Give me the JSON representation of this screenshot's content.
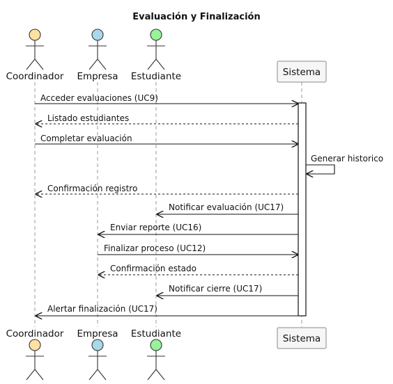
{
  "title": "Evaluación y Finalización",
  "participants": [
    {
      "id": "coordinador",
      "label": "Coordinador",
      "kind": "actor",
      "color": "#ffe0a3"
    },
    {
      "id": "empresa",
      "label": "Empresa",
      "kind": "actor",
      "color": "#a9d8ea"
    },
    {
      "id": "estudiante",
      "label": "Estudiante",
      "kind": "actor",
      "color": "#98f29a"
    },
    {
      "id": "sistema",
      "label": "Sistema",
      "kind": "box",
      "color": "#f6f6f6"
    }
  ],
  "messages": [
    {
      "from": "coordinador",
      "to": "sistema",
      "label": "Acceder evaluaciones (UC9)",
      "style": "solid"
    },
    {
      "from": "sistema",
      "to": "coordinador",
      "label": "Listado estudiantes",
      "style": "dashed"
    },
    {
      "from": "coordinador",
      "to": "sistema",
      "label": "Completar evaluación",
      "style": "solid"
    },
    {
      "from": "sistema",
      "to": "sistema",
      "label": "Generar historico",
      "style": "solid"
    },
    {
      "from": "sistema",
      "to": "coordinador",
      "label": "Confirmación registro",
      "style": "dashed"
    },
    {
      "from": "sistema",
      "to": "estudiante",
      "label": "Notificar evaluación (UC17)",
      "style": "solid"
    },
    {
      "from": "sistema",
      "to": "empresa",
      "label": "Enviar reporte (UC16)",
      "style": "solid"
    },
    {
      "from": "empresa",
      "to": "sistema",
      "label": "Finalizar proceso (UC12)",
      "style": "solid"
    },
    {
      "from": "sistema",
      "to": "empresa",
      "label": "Confirmación estado",
      "style": "dashed"
    },
    {
      "from": "sistema",
      "to": "estudiante",
      "label": "Notificar cierre (UC17)",
      "style": "solid"
    },
    {
      "from": "sistema",
      "to": "coordinador",
      "label": "Alertar finalización (UC17)",
      "style": "solid"
    }
  ]
}
